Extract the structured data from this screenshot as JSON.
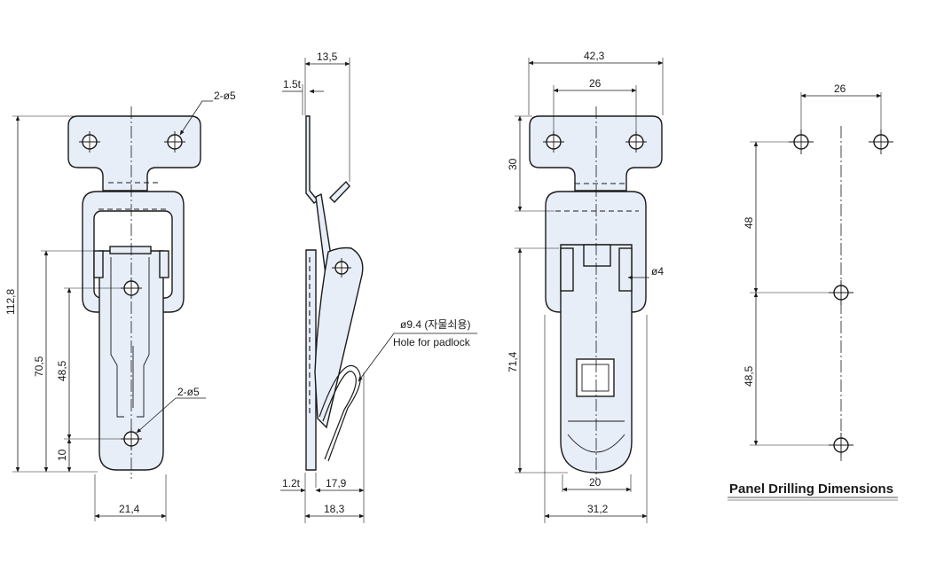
{
  "labels": {
    "front": {
      "width": "21,4",
      "height_total": "112,8",
      "height_705": "70,5",
      "height_485": "48,5",
      "height_10": "10",
      "holes_top": "2-ø5",
      "holes_bottom": "2-ø5"
    },
    "side": {
      "thick_top": "1.5t",
      "width_top": "13,5",
      "thick_bottom": "1.2t",
      "width_179": "17,9",
      "width_183": "18,3",
      "padlock_dia": "ø9.4 (자물쇠용)",
      "padlock_note": "Hole for padlock"
    },
    "back": {
      "width_423": "42,3",
      "width_26": "26",
      "height_30": "30",
      "height_714": "71,4",
      "hole_d4": "ø4",
      "width_20": "20",
      "width_312": "31,2"
    },
    "drill": {
      "width_26": "26",
      "height_48": "48",
      "height_485": "48,5",
      "title": "Panel Drilling Dimensions"
    }
  }
}
